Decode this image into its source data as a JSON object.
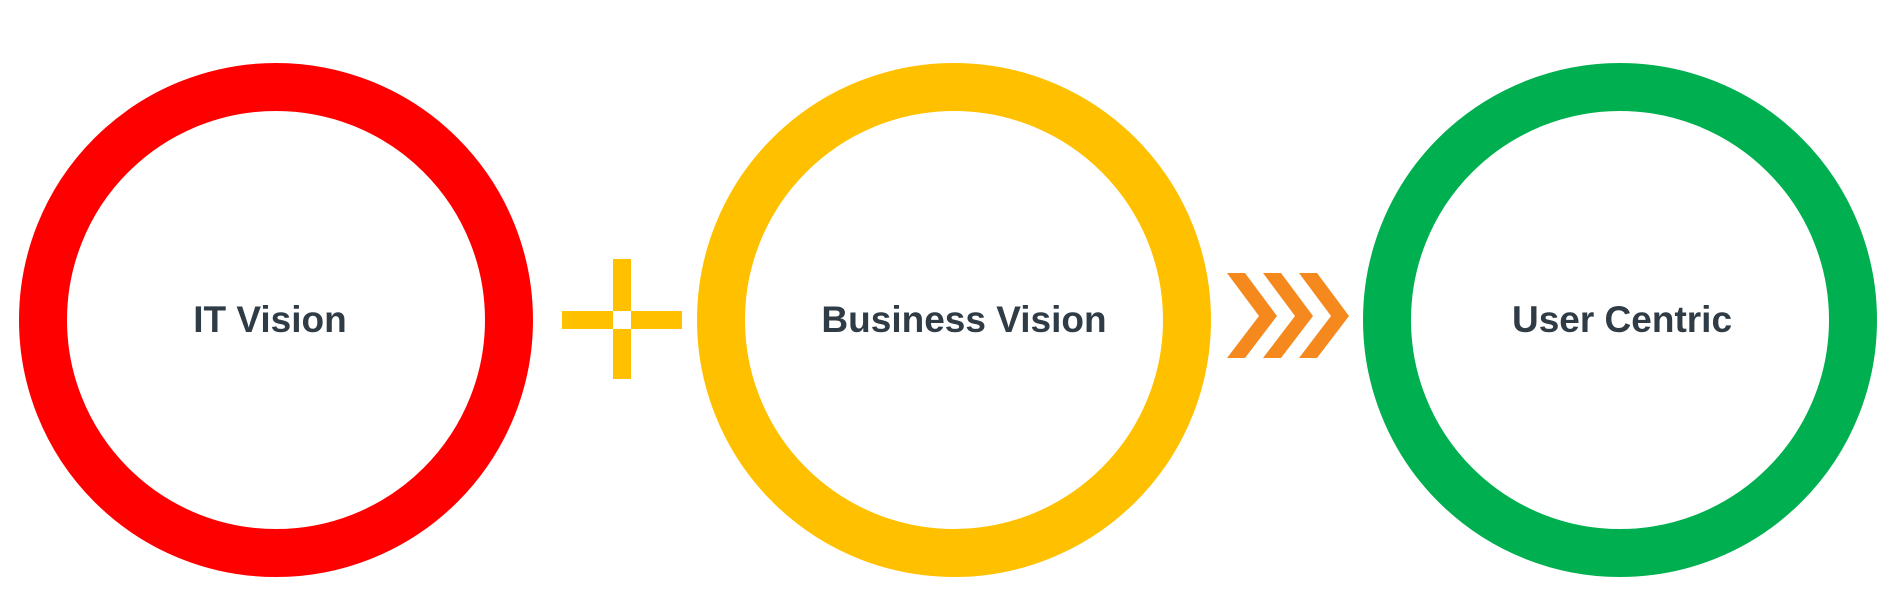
{
  "colors": {
    "red": "#ff0000",
    "yellow": "#ffc000",
    "green": "#00b050",
    "orange": "#f5891d",
    "label_text": "#2f3b45"
  },
  "circles": [
    {
      "label": "IT Vision",
      "color": "#ff0000"
    },
    {
      "label": "Business Vision",
      "color": "#ffc000"
    },
    {
      "label": "User Centric",
      "color": "#00b050"
    }
  ],
  "connectors": [
    {
      "type": "plus",
      "icon": "plus-icon",
      "color": "#ffc000"
    },
    {
      "type": "triple-chevron",
      "icon": "chevron-right-icon",
      "color": "#f5891d"
    }
  ]
}
